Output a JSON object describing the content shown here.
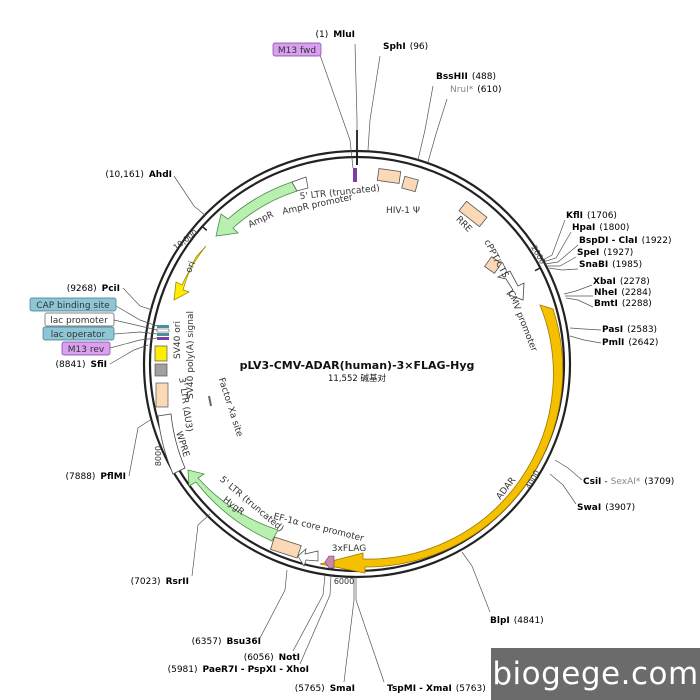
{
  "plasmid": {
    "name": "pLV3-CMV-ADAR(human)-3×FLAG-Hyg",
    "size_text": "11,552 碱基对",
    "length": 11552
  },
  "colors": {
    "backbone": "#222222",
    "cds_orange": "#f5c000",
    "cds_green": "#b8f0b0",
    "ori_yellow": "#ffee00",
    "misc_peach": "#fcd9b6",
    "primer_purple": "#d9a0f0",
    "protein_blue": "#8ec6d6",
    "terminator_grey": "#a0a0a0",
    "flag_pink": "#c88ab0"
  },
  "ticks": [
    {
      "value": 2000,
      "label": "2000"
    },
    {
      "value": 4000,
      "label": "4000"
    },
    {
      "value": 6000,
      "label": "6000"
    },
    {
      "value": 8000,
      "label": "8000"
    },
    {
      "value": 10000,
      "label": "10,000"
    }
  ],
  "sites": [
    {
      "name": "MluI",
      "pos": "(1)",
      "side": "left",
      "key": "mlui"
    },
    {
      "name": "SphI",
      "pos": "(96)",
      "side": "right",
      "key": "sphi"
    },
    {
      "name": "BssHII",
      "pos": "(488)",
      "side": "right",
      "key": "bsshii"
    },
    {
      "name": "NruI*",
      "pos": "(610)",
      "side": "right",
      "key": "nrui",
      "grey": true
    },
    {
      "name": "KflI",
      "pos": "(1706)",
      "side": "right",
      "key": "kfli"
    },
    {
      "name": "HpaI",
      "pos": "(1800)",
      "side": "right",
      "key": "hpai"
    },
    {
      "name": "BspDI - ClaI",
      "pos": "(1922)",
      "side": "right",
      "key": "claI"
    },
    {
      "name": "SpeI",
      "pos": "(1927)",
      "side": "right",
      "key": "spei"
    },
    {
      "name": "SnaBI",
      "pos": "(1985)",
      "side": "right",
      "key": "snabi"
    },
    {
      "name": "XbaI",
      "pos": "(2278)",
      "side": "right",
      "key": "xbai"
    },
    {
      "name": "NheI",
      "pos": "(2284)",
      "side": "right",
      "key": "nhei"
    },
    {
      "name": "BmtI",
      "pos": "(2288)",
      "side": "right",
      "key": "bmti"
    },
    {
      "name": "PasI",
      "pos": "(2583)",
      "side": "right",
      "key": "pasi"
    },
    {
      "name": "PmlI",
      "pos": "(2642)",
      "side": "right",
      "key": "pmli"
    },
    {
      "name": "CsiI",
      "name2": "SexAI*",
      "pos": "(3709)",
      "side": "right",
      "key": "csii"
    },
    {
      "name": "SwaI",
      "pos": "(3907)",
      "side": "right",
      "key": "swai"
    },
    {
      "name": "BlpI",
      "pos": "(4841)",
      "side": "right",
      "key": "blpi"
    },
    {
      "name": "TspMI - XmaI",
      "pos": "(5763)",
      "side": "right",
      "key": "xmai"
    },
    {
      "name": "SmaI",
      "pos": "(5765)",
      "side": "left",
      "key": "smai"
    },
    {
      "name": "PaeR7I - PspXI - XhoI",
      "pos": "(5981)",
      "side": "left",
      "key": "xhoi"
    },
    {
      "name": "NotI",
      "pos": "(6056)",
      "side": "left",
      "key": "noti"
    },
    {
      "name": "Bsu36I",
      "pos": "(6357)",
      "side": "left",
      "key": "bsu36i"
    },
    {
      "name": "RsrII",
      "pos": "(7023)",
      "side": "left",
      "key": "rsrii"
    },
    {
      "name": "PflMI",
      "pos": "(7888)",
      "side": "left",
      "key": "pflmi"
    },
    {
      "name": "SfiI",
      "pos": "(8841)",
      "side": "left",
      "key": "sfii"
    },
    {
      "name": "PciI",
      "pos": "(9268)",
      "side": "left",
      "key": "pcii"
    },
    {
      "name": "AhdI",
      "pos": "(10,161)",
      "side": "left",
      "key": "ahdi"
    }
  ],
  "features": {
    "m13_fwd": "M13 fwd",
    "ltr5_trunc": "5' LTR (truncated)",
    "hiv1_psi": "HIV-1 Ψ",
    "rre": "RRE",
    "cppt": "cPPT/CTS",
    "cmv_promoter": "CMV promoter",
    "adar": "ADAR",
    "flag": "3xFLAG",
    "ef1a": "EF-1α core promoter",
    "hygr": "HygR",
    "ltr5_trunc2": "5' LTR (truncated)",
    "wpre": "WPRE",
    "ltr3": "3' LTR (ΔU3)",
    "sv40_polya": "SV40 poly(A) signal",
    "sv40_ori": "SV40 ori",
    "factor_xa": "Factor Xa site",
    "cap_site": "CAP binding site",
    "lac_promoter": "lac promoter",
    "lac_operator": "lac operator",
    "m13_rev": "M13 rev",
    "ori": "ori",
    "ampr": "AmpR",
    "ampr_promoter": "AmpR promoter"
  },
  "watermark": "biogege.com"
}
